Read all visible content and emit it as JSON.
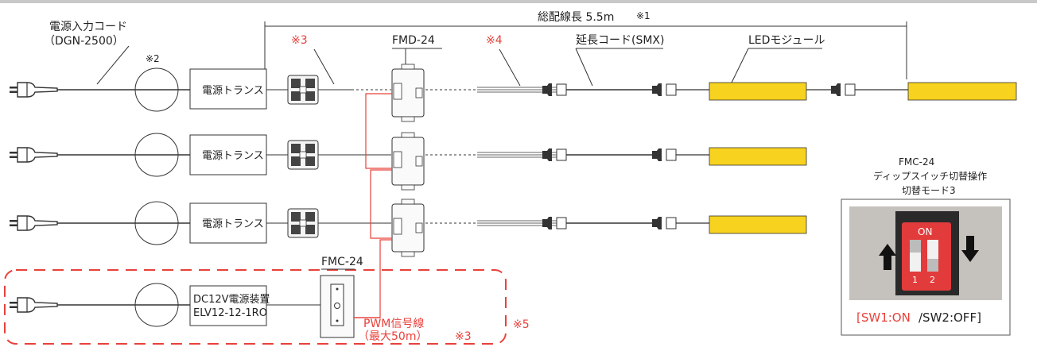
{
  "labels": {
    "total_length": "総配線長 5.5m",
    "total_length_note": "※1",
    "input_cord_line1": "電源入力コード",
    "input_cord_line2": "（DGN-2500）",
    "note2": "※2",
    "note3": "※3",
    "note4": "※4",
    "note5": "※5",
    "fmd": "FMD-24",
    "extension": "延長コード(SMX)",
    "led_module": "LEDモジュール",
    "fmc": "FMC-24",
    "pwm_line1": "PWM信号線",
    "pwm_line2": "（最大50m）",
    "pwm_note": "※3"
  },
  "rows": [
    {
      "transformer": "電源トランス"
    },
    {
      "transformer": "電源トランス"
    },
    {
      "transformer": "電源トランス"
    }
  ],
  "controller_unit": {
    "line1": "DC12V電源装置",
    "line2": "ELV12-12-1RO"
  },
  "switch_panel": {
    "line1": "FMC-24",
    "line2": "ディップスイッチ切替操作",
    "line3": "切替モード3",
    "on_label": "ON",
    "pos1": "1",
    "pos2": "2",
    "caption_on": "[SW1:ON",
    "caption_off": " /SW2:OFF]"
  },
  "colors": {
    "accent_red": "#e8413b",
    "led_yellow": "#f7d21e",
    "line": "#333333"
  }
}
